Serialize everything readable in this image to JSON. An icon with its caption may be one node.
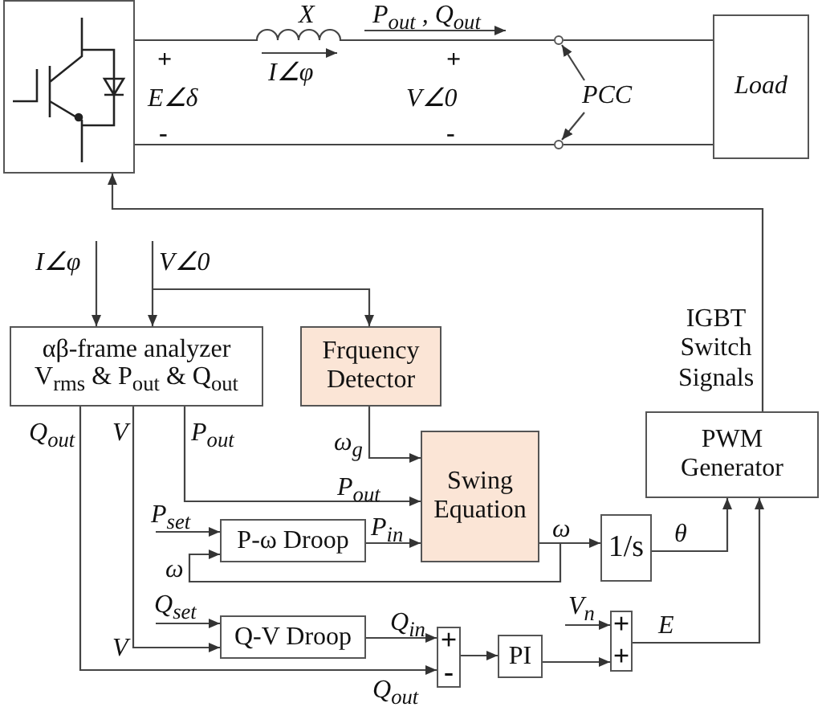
{
  "diagram": {
    "nodes": [
      {
        "text": [],
        "shape": "box"
      },
      {
        "text": [
          "Load"
        ]
      },
      {
        "text": [
          "αβ-frame analyzer",
          "V$_{rms}$ & P$_{out}$ & Q$_{out}$"
        ]
      },
      {
        "text": [
          "Frquency Detector"
        ]
      },
      {
        "text": [
          "Swing Equation"
        ]
      },
      {
        "text": [
          "P-ω Droop"
        ]
      },
      {
        "text": [
          "Q-V Droop"
        ]
      },
      {
        "text": [
          "1/s"
        ]
      },
      {
        "text": [
          "PWM Generator"
        ]
      },
      {
        "text": [
          "PI"
        ]
      },
      {
        "text": [
          "+",
          "-"
        ]
      },
      {
        "text": [
          "+",
          "+"
        ]
      },
      {
        "text": [
          "PCC"
        ]
      },
      {
        "text": [],
        "shape": "circle"
      },
      {
        "text": [],
        "shape": "circle"
      }
    ],
    "edges": [
      {
        "from": 0,
        "to": 13,
        "arrow": "none"
      },
      {
        "from": 13,
        "to": 1,
        "arrow": "none"
      },
      {
        "from": 0,
        "to": 14,
        "arrow": "none"
      },
      {
        "from": 14,
        "to": 1,
        "arrow": "none"
      },
      {
        "from": 12,
        "to": 13,
        "arrow": "to"
      },
      {
        "from": 12,
        "to": 14,
        "arrow": "to"
      },
      {
        "from": 8,
        "to": 0,
        "arrow": "to",
        "label": "IGBT Switch Signals"
      },
      {
        "from": null,
        "to": 2,
        "arrow": "to",
        "label": "I∠φ"
      },
      {
        "from": null,
        "to": 2,
        "arrow": "to",
        "label": "V∠0"
      },
      {
        "from": null,
        "to": 3,
        "arrow": "to"
      },
      {
        "from": 2,
        "to": 10,
        "arrow": "to",
        "label": "Q$_{out}$"
      },
      {
        "from": 2,
        "to": 6,
        "arrow": "to",
        "label": "V"
      },
      {
        "from": 2,
        "to": 4,
        "arrow": "to",
        "label": "P$_{out}$"
      },
      {
        "from": 3,
        "to": 4,
        "arrow": "to",
        "label": "ω$_{g}$"
      },
      {
        "from": null,
        "to": 5,
        "arrow": "to",
        "label": "P$_{set}$"
      },
      {
        "from": 5,
        "to": 4,
        "arrow": "to",
        "label": "P$_{in}$"
      },
      {
        "from": 4,
        "to": 7,
        "arrow": "to",
        "label": "ω"
      },
      {
        "from": 4,
        "to": 5,
        "arrow": "to",
        "label": "ω"
      },
      {
        "from": 7,
        "to": 8,
        "arrow": "to",
        "label": "θ"
      },
      {
        "from": null,
        "to": 6,
        "arrow": "to",
        "label": "Q$_{set}$"
      },
      {
        "from": 6,
        "to": 10,
        "arrow": "to",
        "label": "Q$_{in}$"
      },
      {
        "from": 10,
        "to": 9,
        "arrow": "to"
      },
      {
        "from": 9,
        "to": 11,
        "arrow": "to"
      },
      {
        "from": null,
        "to": 11,
        "arrow": "to",
        "label": "V$_{n}$"
      },
      {
        "from": 11,
        "to": 8,
        "arrow": "to",
        "label": "E"
      }
    ],
    "labels": [
      "X",
      "P$_{out}$ , Q$_{out}$",
      "+",
      "E∠δ",
      "I∠φ",
      "-",
      "+",
      "V∠0",
      "-",
      "P$_{out}$",
      "V",
      "Q$_{out}$"
    ]
  }
}
